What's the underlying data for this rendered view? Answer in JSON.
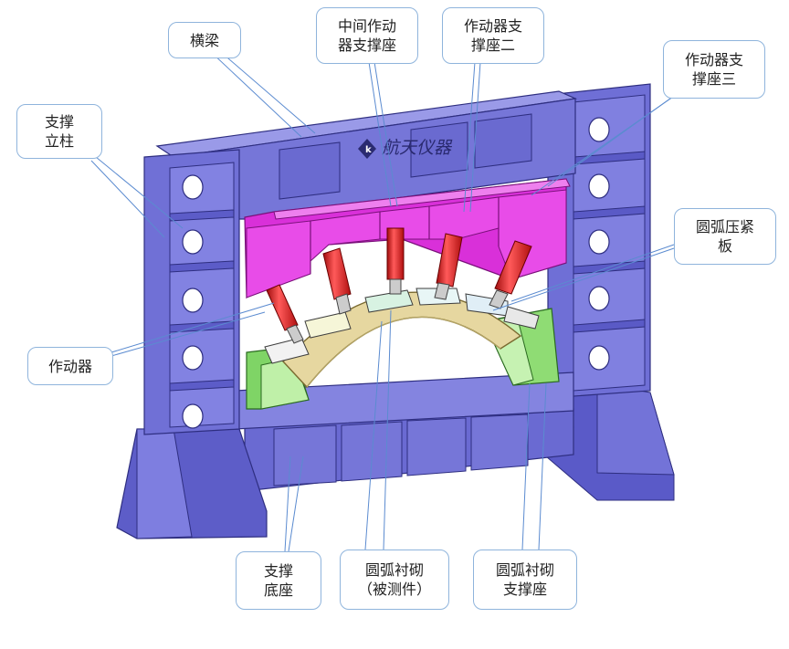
{
  "brand_text": "航天仪器",
  "colors": {
    "frame": "#7070d8",
    "frame_dark": "#4646a8",
    "support_beam": "#e040e0",
    "actuator": "#e02020",
    "lining": "#e6d7a0",
    "lining_support": "#a6e58a",
    "callout_border": "#8fb4dc",
    "leader_line": "#5b8bd0"
  },
  "labels": {
    "crossbeam": "横梁",
    "column": [
      "支撑",
      "立柱"
    ],
    "mid_actuator_support": [
      "中间作动",
      "器支撑座"
    ],
    "actuator_support_2": [
      "作动器支",
      "撑座二"
    ],
    "actuator_support_3": [
      "作动器支",
      "撑座三"
    ],
    "arc_clamp_plate": [
      "圆弧压紧",
      "板"
    ],
    "actuator": "作动器",
    "base": [
      "支撑",
      "底座"
    ],
    "arc_lining": [
      "圆弧衬砌",
      "（被测件）"
    ],
    "arc_lining_support": [
      "圆弧衬砌",
      "支撑座"
    ]
  }
}
